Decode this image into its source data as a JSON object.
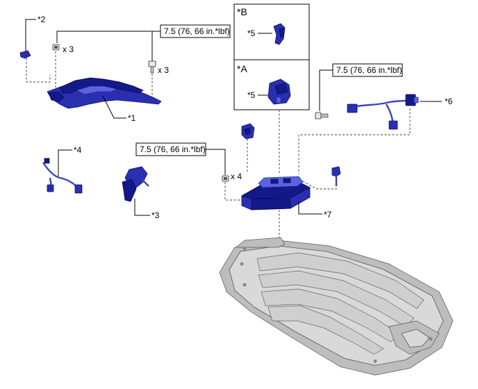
{
  "callouts": {
    "c1": "*1",
    "c2": "*2",
    "c3": "*3",
    "c4": "*4",
    "c5_b": "*5",
    "c5_a": "*5",
    "c6": "*6",
    "c7": "*7"
  },
  "views": {
    "b": "*B",
    "a": "*A"
  },
  "torques": {
    "top": "7.5 (76, 66 in.*lbf)",
    "right": "7.5 (76, 66 in.*lbf)",
    "middle": "7.5 (76, 66 in.*lbf)"
  },
  "quantities": {
    "nuts_top": "x 3",
    "bolts_top": "x 3",
    "nuts_middle": "x 4"
  },
  "colors": {
    "part_blue": "#2a2fb0",
    "tray_grey": "#d9d9d9"
  }
}
